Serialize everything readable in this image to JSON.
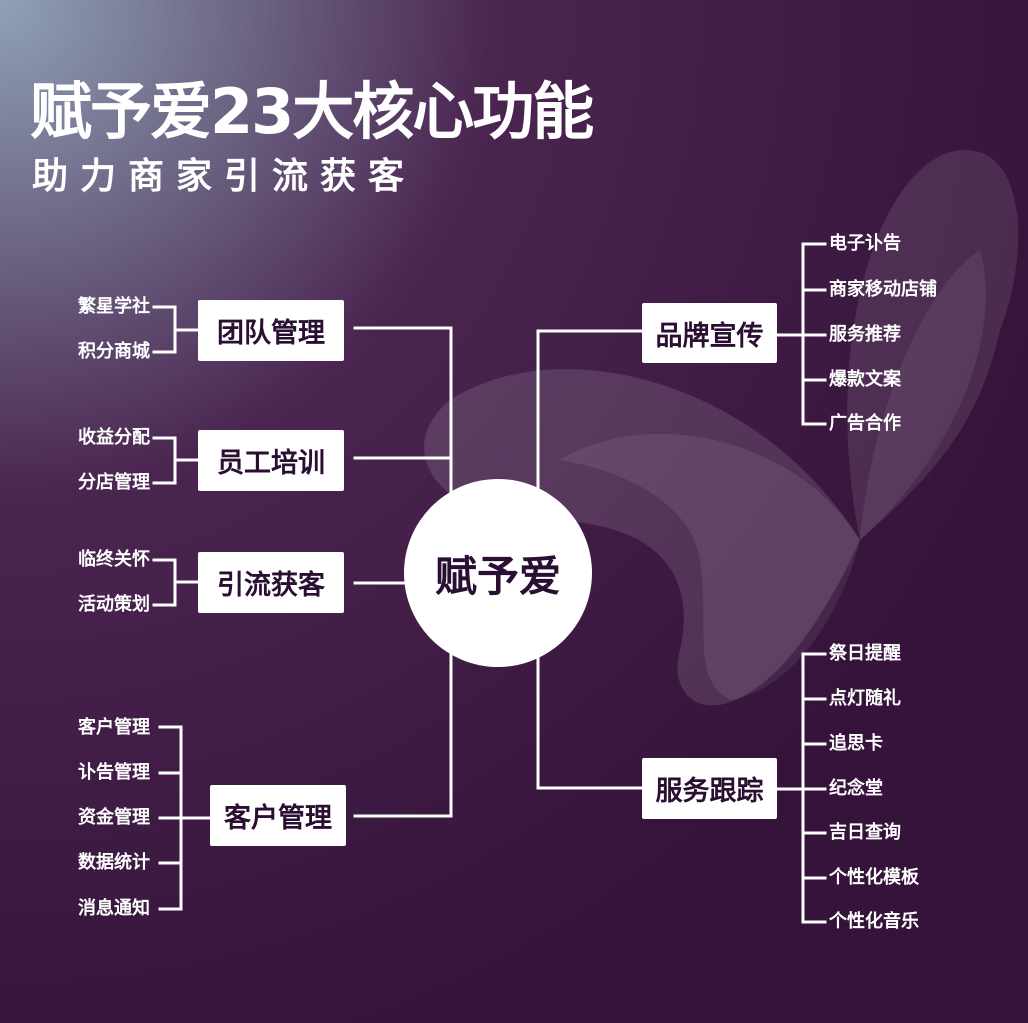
{
  "header": {
    "title": "赋予爱23大核心功能",
    "subtitle": "助力商家引流获客"
  },
  "center": {
    "label": "赋予爱"
  },
  "branches": {
    "team": {
      "label": "团队管理",
      "items": [
        "繁星学社",
        "积分商城"
      ]
    },
    "training": {
      "label": "员工培训",
      "items": [
        "收益分配",
        "分店管理"
      ]
    },
    "traffic": {
      "label": "引流获客",
      "items": [
        "临终关怀",
        "活动策划"
      ]
    },
    "customer": {
      "label": "客户管理",
      "items": [
        "客户管理",
        "讣告管理",
        "资金管理",
        "数据统计",
        "消息通知"
      ]
    },
    "brand": {
      "label": "品牌宣传",
      "items": [
        "电子讣告",
        "商家移动店铺",
        "服务推荐",
        "爆款文案",
        "广告合作"
      ]
    },
    "service": {
      "label": "服务跟踪",
      "items": [
        "祭日提醒",
        "点灯随礼",
        "追思卡",
        "纪念堂",
        "吉日查询",
        "个性化模板",
        "个性化音乐"
      ]
    }
  },
  "colors": {
    "background": "#35133a",
    "accent": "#ffffff",
    "text_dark": "#2a0f33"
  }
}
